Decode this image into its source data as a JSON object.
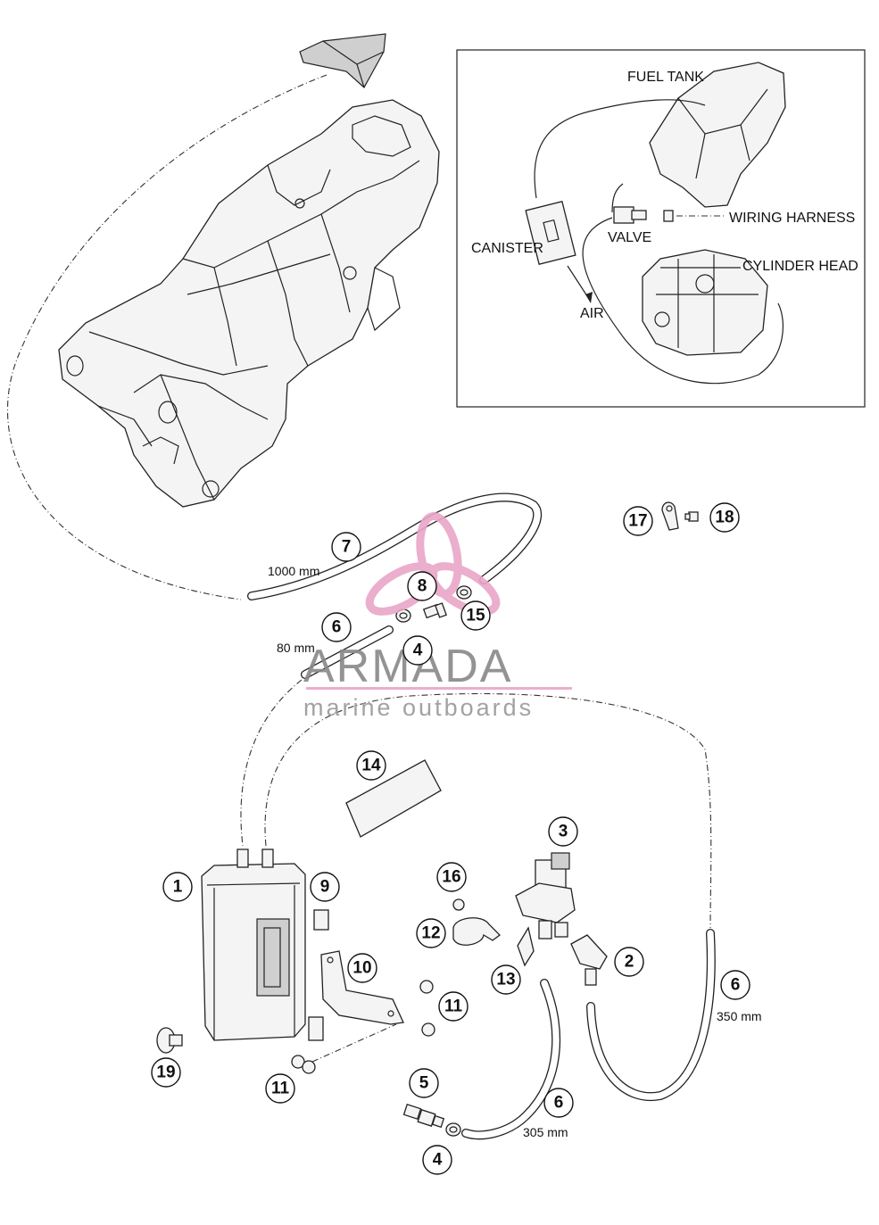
{
  "watermark": {
    "brand": "ARMADA",
    "tagline": "marine outboards",
    "accent_color": "#e9a6c8"
  },
  "inset": {
    "labels": {
      "fuel_tank": "FUEL TANK",
      "wiring_harness": "WIRING HARNESS",
      "valve": "VALVE",
      "canister": "CANISTER",
      "cylinder_head": "CYLINDER HEAD",
      "air": "AIR"
    }
  },
  "callouts": {
    "c1": "1",
    "c2": "2",
    "c3": "3",
    "c4a": "4",
    "c4b": "4",
    "c5": "5",
    "c6a": "6",
    "c6b": "6",
    "c6c": "6",
    "c7": "7",
    "c8": "8",
    "c9": "9",
    "c10": "10",
    "c11a": "11",
    "c11b": "11",
    "c12": "12",
    "c13": "13",
    "c14": "14",
    "c15": "15",
    "c16": "16",
    "c17": "17",
    "c18": "18",
    "c19": "19"
  },
  "dimensions": {
    "hose_7": "1000 mm",
    "hose_6_short": "80 mm",
    "hose_6_right": "350 mm",
    "hose_6_bottom": "305 mm"
  }
}
